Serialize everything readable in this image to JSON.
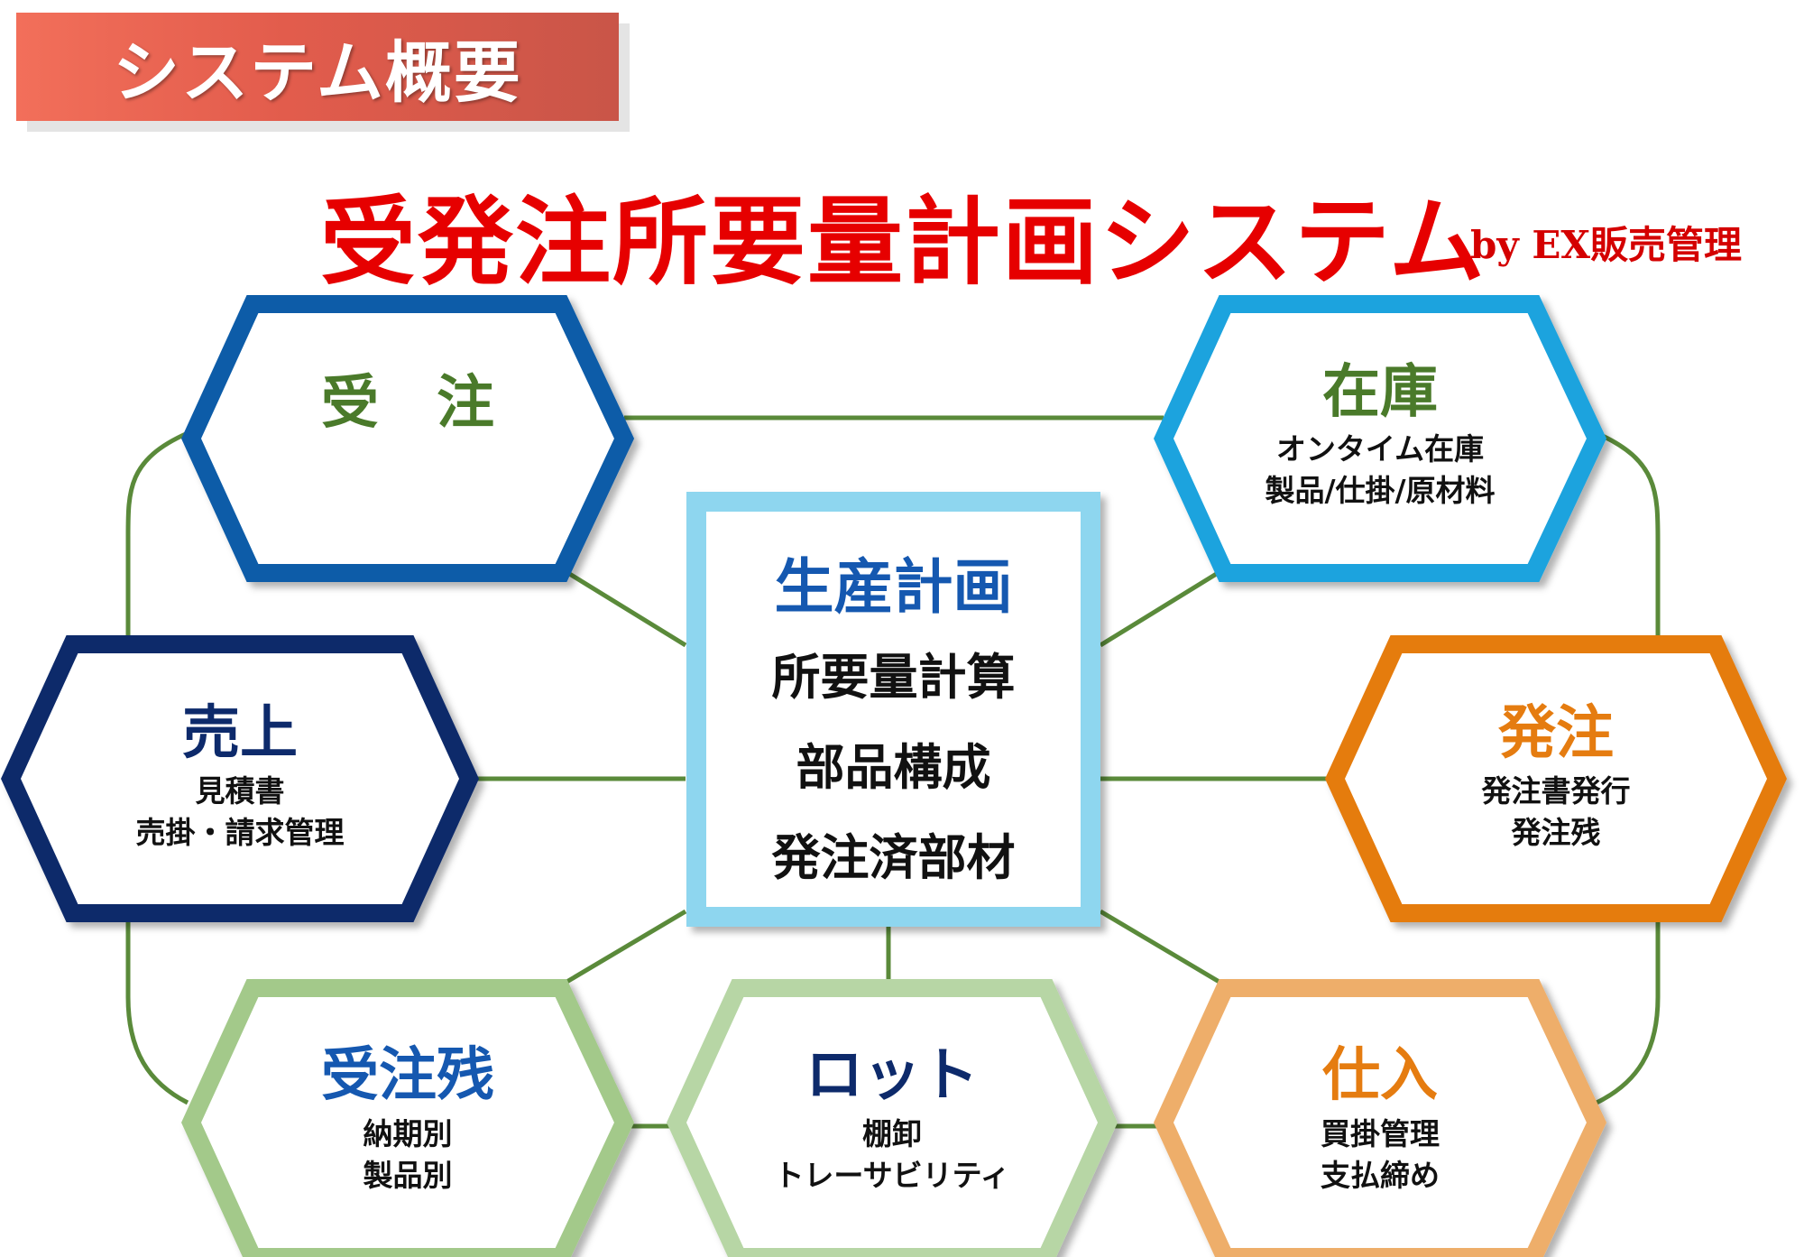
{
  "header": {
    "label": "システム概要"
  },
  "title": {
    "main": "受発注所要量計画システム",
    "by": "by EX販売管理"
  },
  "center": {
    "title": "生産計画",
    "lines": [
      "所要量計算",
      "部品構成",
      "発注済部材"
    ]
  },
  "nodes": {
    "order": {
      "title": "受　注"
    },
    "stock": {
      "title": "在庫",
      "lines": [
        "オンタイム在庫",
        "製品/仕掛/原材料"
      ]
    },
    "sales": {
      "title": "売上",
      "lines": [
        "見積書",
        "売掛・請求管理"
      ]
    },
    "purchase_order": {
      "title": "発注",
      "lines": [
        "発注書発行",
        "発注残"
      ]
    },
    "backorder": {
      "title": "受注残",
      "lines": [
        "納期別",
        "製品別"
      ]
    },
    "lot": {
      "title": "ロット",
      "lines": [
        "棚卸",
        "トレーサビリティ"
      ]
    },
    "purchase": {
      "title": "仕入",
      "lines": [
        "買掛管理",
        "支払締め"
      ]
    }
  },
  "colors": {
    "banner": "#e25c4c",
    "title_red": "#e60000",
    "connector_green": "#5a8a3a",
    "order_border": "#0d5ca8",
    "stock_border": "#1aa3de",
    "sales_border": "#0d2a6b",
    "purchase_order_border": "#e57c10",
    "backorder_border": "#a3c98a",
    "lot_border": "#b7d6a5",
    "purchase_border": "#eeae6a",
    "center_border": "#8ed6ef"
  }
}
